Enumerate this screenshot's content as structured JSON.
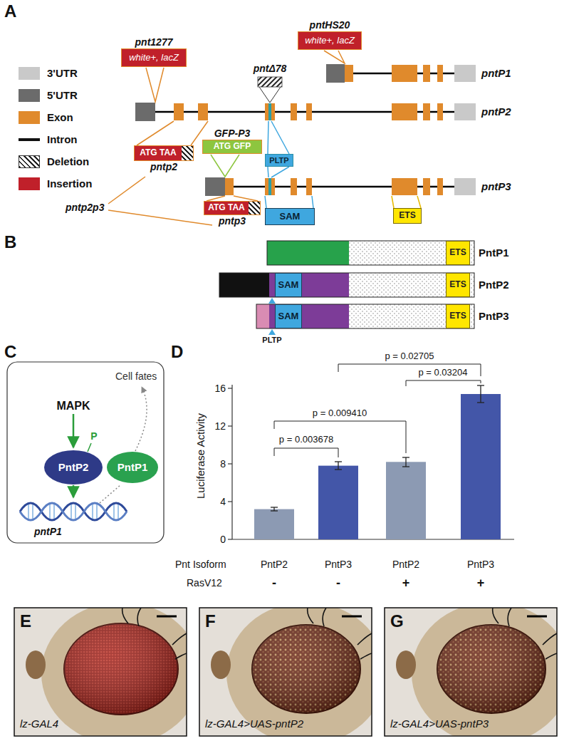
{
  "diagram": {
    "nodes": [
      {
        "text": [
          "pntHS20",
          "white+, lacZ"
        ]
      },
      {
        "text": [
          "pnt1277",
          "white+, lacZ"
        ]
      },
      {
        "text": [
          "GFP-P3",
          "ATG GFP"
        ]
      },
      {
        "text": [
          "PLTP"
        ]
      },
      {
        "text": [
          "ATG TAA",
          "pntp2"
        ]
      },
      {
        "text": [
          "SAM"
        ]
      },
      {
        "text": [
          "ATG TAA",
          "pntp3"
        ]
      },
      {
        "text": [
          "ETS"
        ]
      },
      {
        "text": [
          "ETS"
        ]
      },
      {
        "text": [
          "SAM"
        ]
      },
      {
        "text": [
          "ETS"
        ]
      },
      {
        "text": [
          "SAM"
        ]
      },
      {
        "text": [
          "ETS"
        ]
      },
      {
        "text": [
          "PntP2"
        ]
      },
      {
        "text": [
          "PntP1"
        ]
      }
    ],
    "labels": [
      "A",
      "pntP1",
      "pntP2",
      "pntP3",
      "pntΔ78",
      "pntp2p3",
      "B",
      "PntP1",
      "PntP2",
      "PntP3",
      "PLTP",
      "C",
      "MAPK",
      "P",
      "Cell fates",
      "pntP1",
      "D",
      "Luciferase Activity",
      "0",
      "4",
      "8",
      "12",
      "16",
      "p = 0.003678",
      "p = 0.009410",
      "p = 0.02705",
      "p = 0.03204",
      "Pnt Isoform",
      "PntP2",
      "PntP3",
      "PntP2",
      "PntP3",
      "RasV12",
      "-",
      "-",
      "+",
      "+",
      "E",
      "F",
      "G",
      "lz-GAL4",
      "lz-GAL4>UAS-pntP2",
      "lz-GAL4>UAS-pntP3"
    ],
    "legend": [
      {
        "text": "3'UTR",
        "color": "#c9c9c9"
      },
      {
        "text": "5'UTR",
        "color": "#6b6b6b"
      },
      {
        "text": "Exon",
        "color": "#e08a2c"
      },
      {
        "text": "Intron"
      },
      {
        "text": "Deletion"
      },
      {
        "text": "Insertion",
        "color": "#c0202a"
      }
    ]
  }
}
